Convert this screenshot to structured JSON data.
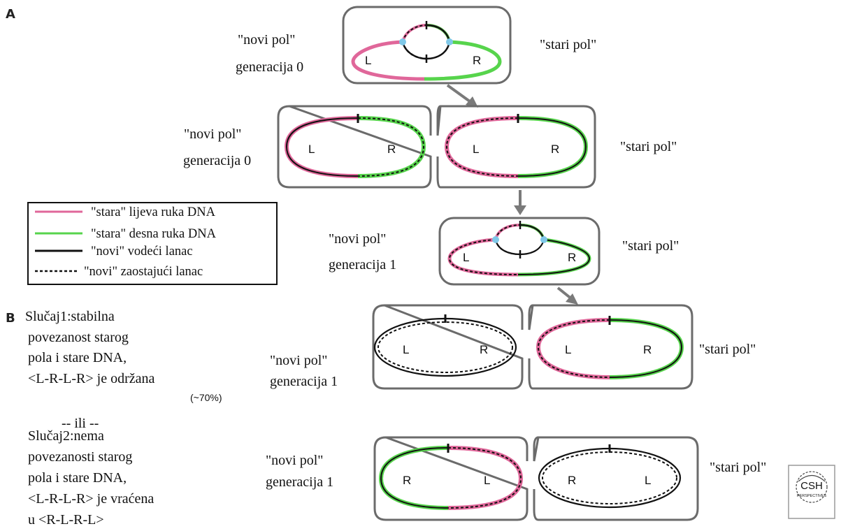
{
  "panels": {
    "a": "A",
    "b": "B"
  },
  "labels": {
    "new_pole": "\"novi pol\"",
    "old_pole": "\"stari pol\"",
    "gen0": "generacija 0",
    "gen1": "generacija 1"
  },
  "arms": {
    "left": "L",
    "right": "R"
  },
  "legend": {
    "items": [
      {
        "key": "old-left",
        "text": "\"stara\" lijeva ruka DNA",
        "color": "#e0679a",
        "style": "solid"
      },
      {
        "key": "old-right",
        "text": "\"stara\" desna ruka DNA",
        "color": "#57d44c",
        "style": "solid"
      },
      {
        "key": "new-leading",
        "text": "\"novi\" vodeći lanac",
        "color": "#111111",
        "style": "solid"
      },
      {
        "key": "new-lagging",
        "text": "\"novi\" zaostajući lanac",
        "color": "#111111",
        "style": "dashed"
      }
    ]
  },
  "case1": {
    "lines": [
      "Slučaj1:stabilna",
      "povezanost starog",
      "pola i stare DNA,",
      "<L-R-L-R> je održana"
    ],
    "percent": "(~70%)"
  },
  "or_text": "-- ili --",
  "case2": {
    "lines": [
      "Slučaj2:nema",
      "povezanosti starog",
      "pola i stare DNA,",
      "<L-R-L-R> je vraćena",
      "u <R-L-R-L>"
    ]
  },
  "logo": {
    "text": "CSH",
    "sub": "PERSPECTIVES"
  },
  "colors": {
    "pink": "#e0679a",
    "green": "#57d44c",
    "origin": "#7fc8e8",
    "cell": "#6b6b6b"
  }
}
